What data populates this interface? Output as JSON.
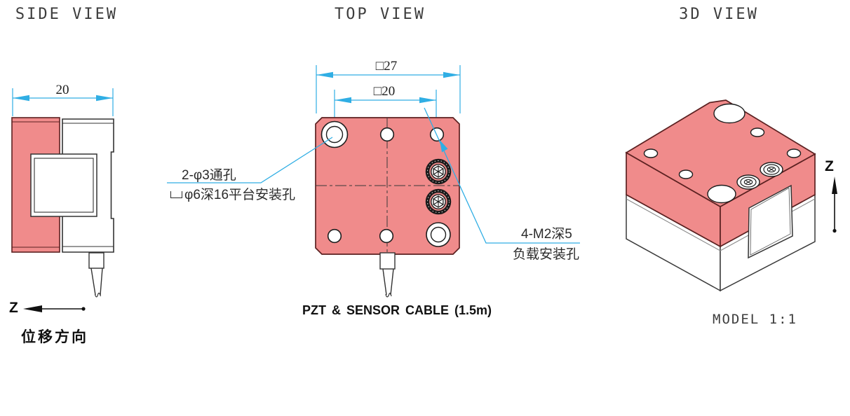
{
  "colors": {
    "part_fill_red": "#F08B8B",
    "part_outline_red": "#5C2121",
    "line_dark": "#333333",
    "dimension_cyan": "#30AEE4"
  },
  "side_view": {
    "title": "SIDE VIEW",
    "width_dimension": "20",
    "axis_label": "Z",
    "axis_caption": "位移方向"
  },
  "top_view": {
    "title": "TOP VIEW",
    "outer_dimension": "□27",
    "inner_dimension": "□20",
    "left_callout": {
      "counterbore_symbol": "⌴",
      "line1": "2-φ3通孔",
      "line2": "φ6深16平台安装孔"
    },
    "right_callout": {
      "line1": "4-M2深5",
      "line2": "负载安装孔"
    },
    "cable_label": "PZT & SENSOR CABLE (1.5m)"
  },
  "three_d_view": {
    "title": "3D VIEW",
    "axis_label": "Z",
    "scale_label": "MODEL 1:1"
  }
}
